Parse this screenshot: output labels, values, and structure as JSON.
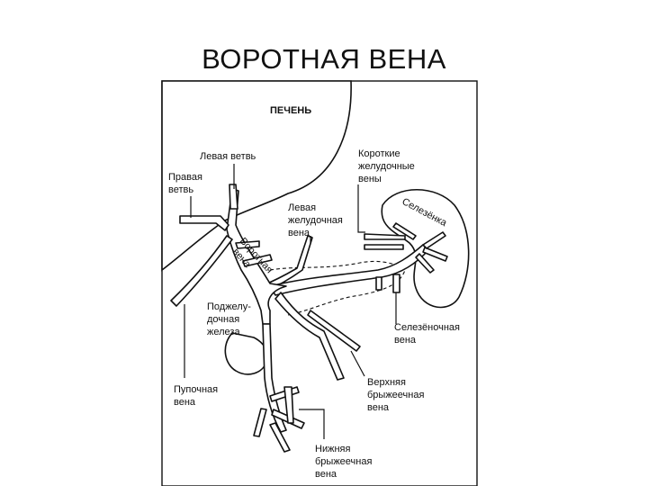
{
  "title": "ВОРОТНАЯ ВЕНА",
  "labels": {
    "liver": "ПЕЧЕНЬ",
    "left_branch": "Левая ветвь",
    "right_branch": [
      "Правая",
      "ветвь"
    ],
    "short_gastric": [
      "Короткие",
      "желудочные",
      "вены"
    ],
    "spleen": "Селезёнка",
    "left_gastric": [
      "Левая",
      "желудочная",
      "вена"
    ],
    "portal_vein": [
      "Воротная",
      "вена"
    ],
    "pancreas": [
      "Поджелу-",
      "дочная",
      "железа"
    ],
    "splenic_vein": [
      "Селезёночная",
      "вена"
    ],
    "umbilical_vein": [
      "Пупочная",
      "вена"
    ],
    "superior_mesenteric": [
      "Верхняя",
      "брыжеечная",
      "вена"
    ],
    "inferior_mesenteric": [
      "Нижняя",
      "брыжеечная",
      "вена"
    ]
  }
}
